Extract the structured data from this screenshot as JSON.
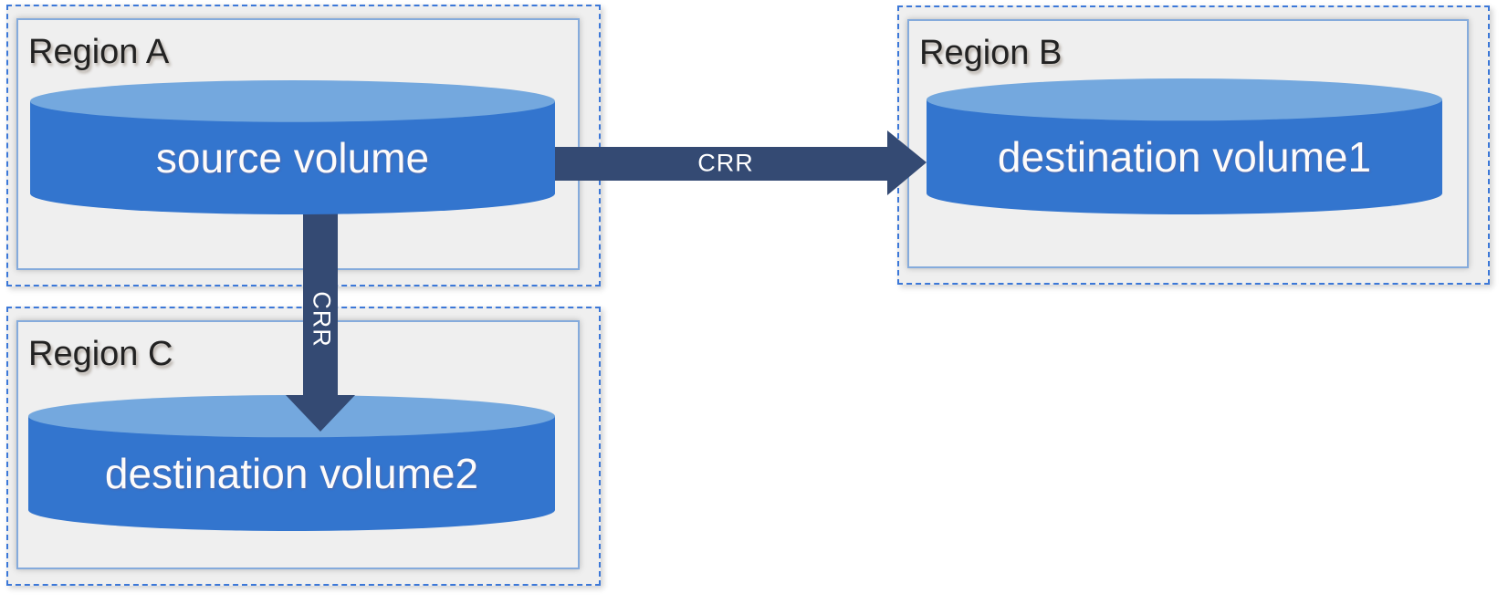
{
  "diagram": {
    "regions": [
      {
        "id": "region-a",
        "label": "Region A",
        "volume": {
          "label": "source volume"
        }
      },
      {
        "id": "region-b",
        "label": "Region B",
        "volume": {
          "label": "destination volume1"
        }
      },
      {
        "id": "region-c",
        "label": "Region C",
        "volume": {
          "label": "destination volume2"
        }
      }
    ],
    "arrows": [
      {
        "id": "crr-horizontal",
        "label": "CRR",
        "direction": "right",
        "from": "source volume",
        "to": "destination volume1"
      },
      {
        "id": "crr-vertical",
        "label": "CRR",
        "direction": "down",
        "from": "source volume",
        "to": "destination volume2"
      }
    ],
    "colors": {
      "region_fill": "#EFEFEF",
      "region_border_dashed": "#3C78D8",
      "region_border_inner": "#85ABDC",
      "cylinder_body": "#3375CE",
      "cylinder_top": "#74A8DE",
      "arrow": "#344A73",
      "label_text": "#222222",
      "volume_text": "#FDFBFA"
    }
  }
}
